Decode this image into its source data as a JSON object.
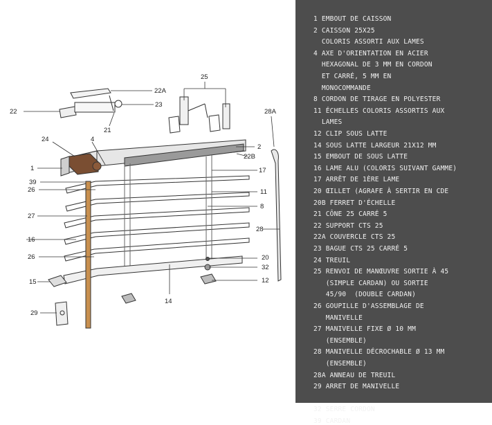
{
  "colors": {
    "legend_bg": "#4d4d4d",
    "legend_text": "#f2f2f2",
    "line": "#333333",
    "winch_brown": "#7a4e32",
    "crank_wood": "#c8904f",
    "headrail": "#9a9a9a"
  },
  "callouts": [
    {
      "id": "1",
      "text": "1"
    },
    {
      "id": "2",
      "text": "2"
    },
    {
      "id": "4",
      "text": "4"
    },
    {
      "id": "8",
      "text": "8"
    },
    {
      "id": "11",
      "text": "11"
    },
    {
      "id": "12",
      "text": "12"
    },
    {
      "id": "14",
      "text": "14"
    },
    {
      "id": "15",
      "text": "15"
    },
    {
      "id": "16",
      "text": "16"
    },
    {
      "id": "17",
      "text": "17"
    },
    {
      "id": "20",
      "text": "20"
    },
    {
      "id": "21",
      "text": "21"
    },
    {
      "id": "22",
      "text": "22"
    },
    {
      "id": "22A",
      "text": "22A"
    },
    {
      "id": "22B",
      "text": "22B"
    },
    {
      "id": "23",
      "text": "23"
    },
    {
      "id": "24",
      "text": "24"
    },
    {
      "id": "25",
      "text": "25"
    },
    {
      "id": "26a",
      "text": "26"
    },
    {
      "id": "26b",
      "text": "26"
    },
    {
      "id": "27",
      "text": "27"
    },
    {
      "id": "28",
      "text": "28"
    },
    {
      "id": "28A",
      "text": "28A"
    },
    {
      "id": "29",
      "text": "29"
    },
    {
      "id": "32",
      "text": "32"
    },
    {
      "id": "39",
      "text": "39"
    }
  ],
  "legend": [
    "1 EMBOUT DE CAISSON",
    "2 CAISSON 25X25",
    "  COLORIS ASSORTI AUX LAMES",
    "4 AXE D'ORIENTATION EN ACIER",
    "  HEXAGONAL DE 3 MM EN CORDON",
    "  ET CARRÉ, 5 MM EN",
    "  MONOCOMMANDE",
    "8 CORDON DE TIRAGE EN POLYESTER",
    "11 ÉCHELLES COLORIS ASSORTIS AUX",
    "  LAMES",
    "12 CLIP SOUS LATTE",
    "14 SOUS LATTE LARGEUR 21X12 MM",
    "15 EMBOUT DE SOUS LATTE",
    "16 LAME ALU (COLORIS SUIVANT GAMME)",
    "17 ARRÊT DE 1ÈRE LAME",
    "20 ŒILLET (AGRAFE À SERTIR EN CDE",
    "20B FERRET D'ÉCHELLE",
    "21 CÔNE 25 CARRÉ 5",
    "22 SUPPORT CTS 25",
    "22A COUVERCLE CTS 25",
    "23 BAGUE CTS 25 CARRÉ 5",
    "24 TREUIL",
    "25 RENVOI DE MANŒUVRE SORTIE À 45",
    "   (SIMPLE CARDAN) OU SORTIE",
    "   45/90  (DOUBLE CARDAN)",
    "26 GOUPILLE D'ASSEMBLAGE DE",
    "   MANIVELLE",
    "27 MANIVELLE FIXE Ø 10 MM",
    "   (ENSEMBLE)",
    "28 MANIVELLE DÉCROCHABLE Ø 13 MM",
    "   (ENSEMBLE)",
    "28A ANNEAU DE TREUIL",
    "29 ARRET DE MANIVELLE",
    "",
    "32 SERRE CORDON",
    "39 CARDAN"
  ]
}
